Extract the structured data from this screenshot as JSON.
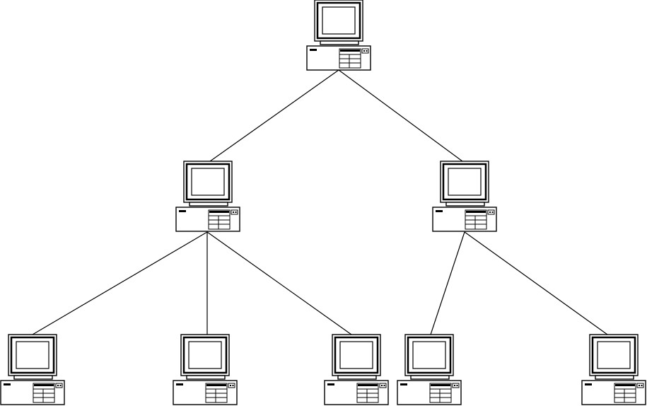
{
  "diagram": {
    "type": "tree-topology",
    "icon": "desktop-computer-icon",
    "stroke_color": "#000000",
    "background_color": "#ffffff",
    "nodes": [
      {
        "id": "root",
        "level": 0,
        "parent": null
      },
      {
        "id": "mid-left",
        "level": 1,
        "parent": "root"
      },
      {
        "id": "mid-right",
        "level": 1,
        "parent": "root"
      },
      {
        "id": "leaf-1",
        "level": 2,
        "parent": "mid-left"
      },
      {
        "id": "leaf-2",
        "level": 2,
        "parent": "mid-left"
      },
      {
        "id": "leaf-3",
        "level": 2,
        "parent": "mid-left"
      },
      {
        "id": "leaf-4",
        "level": 2,
        "parent": "mid-right"
      },
      {
        "id": "leaf-5",
        "level": 2,
        "parent": "mid-right"
      }
    ]
  }
}
